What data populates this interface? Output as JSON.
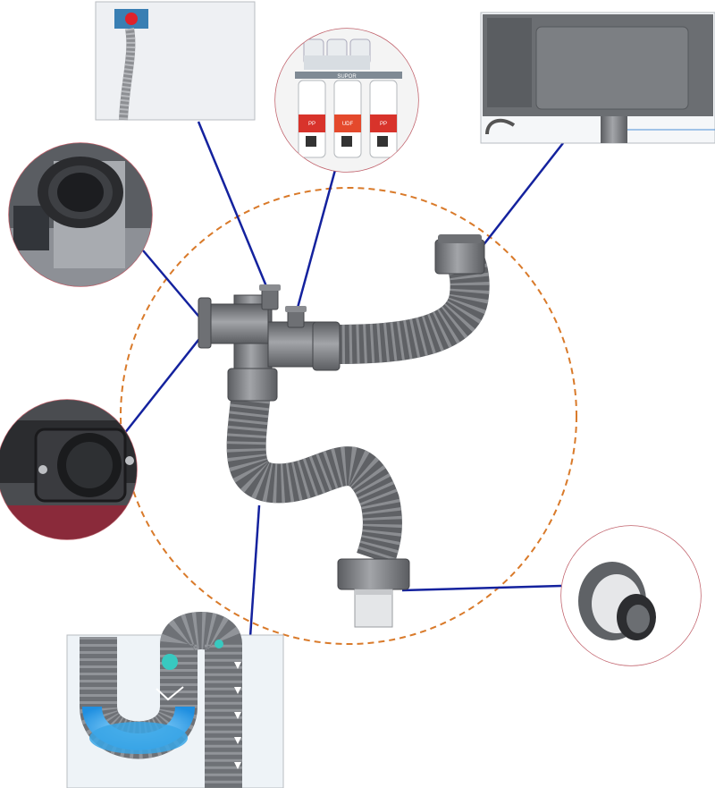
{
  "filter_unit": {
    "brand": "SUPOR",
    "cartridges": [
      {
        "label": "PP",
        "color": "#d8332b"
      },
      {
        "label": "UDF",
        "color": "#e4492c"
      },
      {
        "label": "PP",
        "color": "#d8332b"
      }
    ]
  },
  "colors": {
    "pipe": "#7d7f83",
    "pipe_dark": "#5a5c60",
    "pipe_light": "#a4a6aa",
    "connector_line": "#14229e",
    "dashed_circle": "#d97a2a",
    "water": "#3aa6e6",
    "inset_border": "#c0606a"
  },
  "icons": [
    "valve-photo",
    "filter-photo",
    "sink-photo",
    "overflow-photo",
    "pipe-joint-photo",
    "trap-photo",
    "outlet-photo"
  ]
}
